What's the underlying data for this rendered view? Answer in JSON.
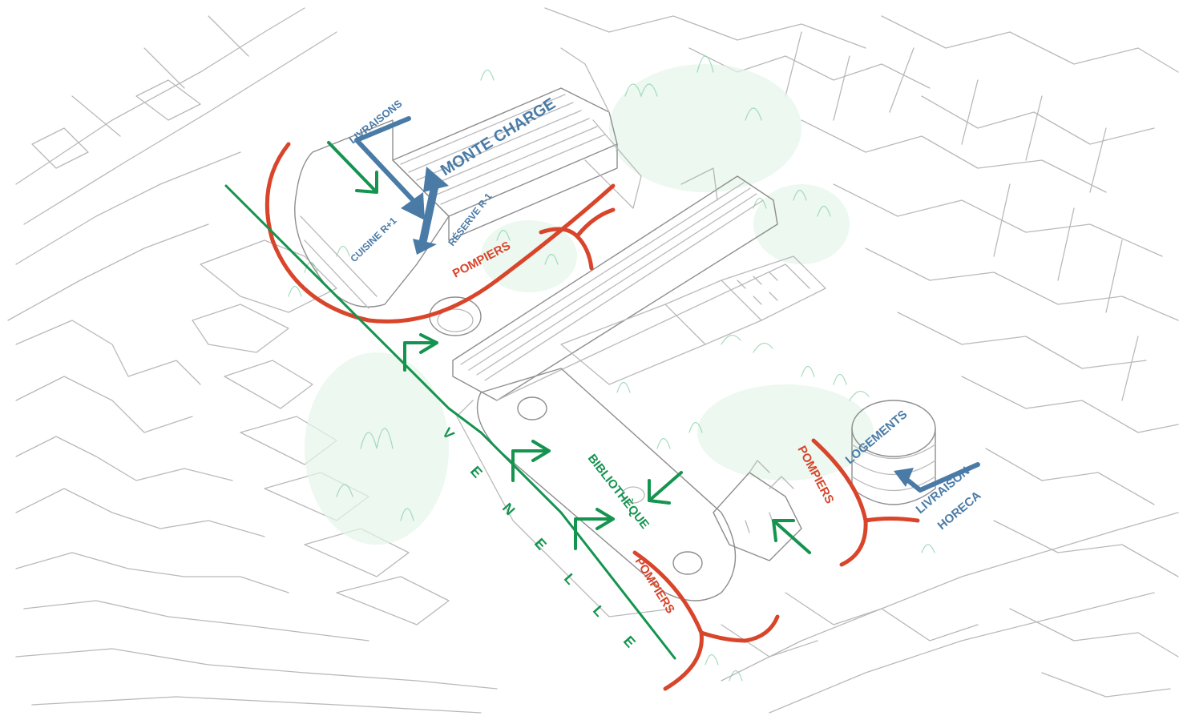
{
  "colors": {
    "red": "#d9452b",
    "green": "#14944f",
    "blue": "#4a7ba7",
    "sketch": "#b9b9b9",
    "vegetation": "#8fd3ab"
  },
  "labels": {
    "livraisons": "LIVRAISONS",
    "monte_charge": "MONTE CHARGE",
    "cuisine": "CUISINE R+1",
    "reserve": "RÉSERVE R-1",
    "pompiers_top": "POMPIERS",
    "pompiers_right": "POMPIERS",
    "pompiers_bottom": "POMPIERS",
    "logements": "LOGEMENTS",
    "livraison_horeca_1": "LIVRAISON",
    "livraison_horeca_2": "HORECA",
    "bibliotheque": "BIBLIOTHÈQUE",
    "venelle": [
      "V",
      "E",
      "N",
      "E",
      "L",
      "L",
      "E"
    ]
  }
}
